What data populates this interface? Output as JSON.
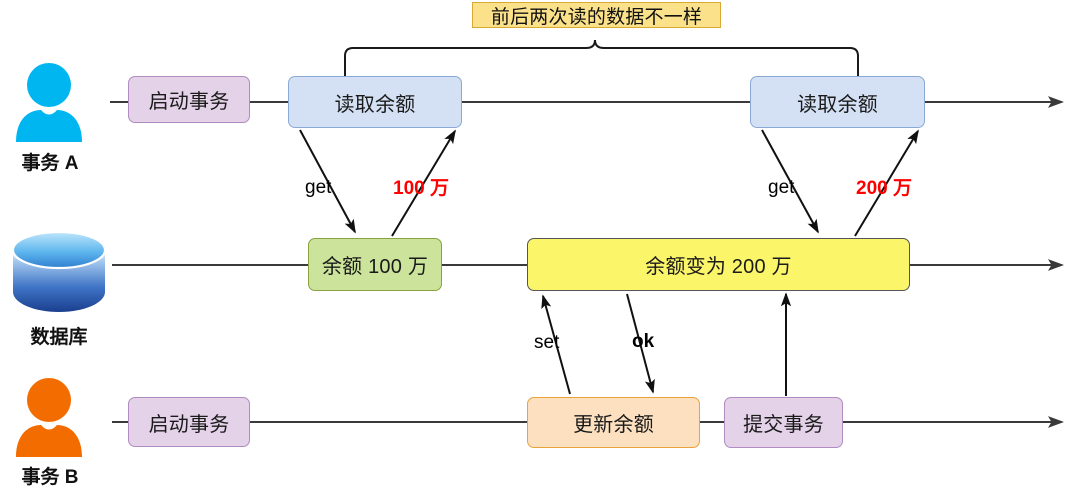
{
  "diagram": {
    "title_banner": "前后两次读的数据不一样",
    "lanes": [
      {
        "id": "transaction-a",
        "label": "事务 A",
        "icon": "user-icon",
        "color": "#00b6f0"
      },
      {
        "id": "database",
        "label": "数据库",
        "icon": "database-icon",
        "color": "#2f6fc4"
      },
      {
        "id": "transaction-b",
        "label": "事务 B",
        "icon": "user-icon",
        "color": "#f36c00"
      }
    ],
    "nodes": [
      {
        "id": "a-begin",
        "lane": "transaction-a",
        "label": "启动事务",
        "style": "purple"
      },
      {
        "id": "a-read-1",
        "lane": "transaction-a",
        "label": "读取余额",
        "style": "blue"
      },
      {
        "id": "a-read-2",
        "lane": "transaction-a",
        "label": "读取余额",
        "style": "blue"
      },
      {
        "id": "db-balance-100",
        "lane": "database",
        "label": "余额 100 万",
        "style": "green"
      },
      {
        "id": "db-balance-200",
        "lane": "database",
        "label": "余额变为 200 万",
        "style": "yellow"
      },
      {
        "id": "b-begin",
        "lane": "transaction-b",
        "label": "启动事务",
        "style": "purple"
      },
      {
        "id": "b-update",
        "lane": "transaction-b",
        "label": "更新余额",
        "style": "orange"
      },
      {
        "id": "b-commit",
        "lane": "transaction-b",
        "label": "提交事务",
        "style": "purple"
      }
    ],
    "edge_labels": [
      {
        "id": "get-1",
        "text": "get",
        "style": "plain"
      },
      {
        "id": "value-1",
        "text": "100 万",
        "style": "red-bold"
      },
      {
        "id": "get-2",
        "text": "get",
        "style": "plain"
      },
      {
        "id": "value-2",
        "text": "200 万",
        "style": "red-bold"
      },
      {
        "id": "set",
        "text": "set",
        "style": "plain"
      },
      {
        "id": "ok",
        "text": "ok",
        "style": "bold"
      }
    ],
    "colors": {
      "purple_fill": "#e3d2e8",
      "purple_stroke": "#b08cc0",
      "blue_fill": "#d4e1f5",
      "blue_stroke": "#8aa9d6",
      "green_fill": "#cbe39a",
      "green_stroke": "#8aa33f",
      "yellow_fill": "#fbf569",
      "yellow_stroke": "#555555",
      "orange_fill": "#fce0c0",
      "orange_stroke": "#e8a33d",
      "banner_fill": "#fbe28a",
      "banner_stroke": "#d9aa33",
      "highlight_red": "#ff0000",
      "actor_a": "#00b6f0",
      "actor_b": "#f36c00",
      "line": "#3a3a3a"
    }
  }
}
